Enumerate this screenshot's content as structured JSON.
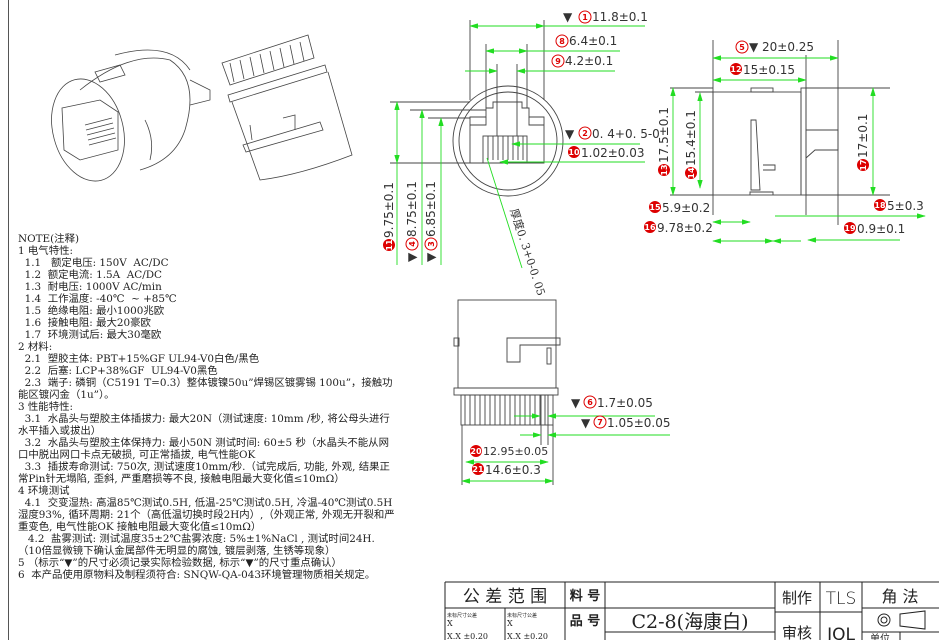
{
  "notes": [
    "NOTE(注释)",
    "1 电气特性:",
    "  1.1   额定电压: 150V  AC/DC",
    "  1.2  额定电流: 1.5A  AC/DC",
    "  1.3  耐电压: 1000V AC/min",
    "  1.4  工作温度: -40℃  ~ +85℃",
    "  1.5  绝缘电阻: 最小1000兆欧",
    "  1.6  接触电阻: 最大20豪欧",
    "  1.7  环境测试后: 最大30毫欧",
    "2 材料:",
    "  2.1  塑胶主体: PBT+15%GF UL94-V0白色/黑色",
    "  2.2  后塞: LCP+38%GF  UL94-V0黑色",
    "  2.3  端子: 磷铜（C5191 T=0.3）整体镀镍50u”焊锡区镀雾锡 100u”，接触功能区镀闪金（1u”）。",
    "3 性能特性:",
    "  3.1  水晶头与塑胶主体插拔力: 最大20N（测试速度: 10mm /秒, 将公母头进行水平插入或拔出）",
    "  3.2  水晶头与塑胶主体保持力: 最小50N 测试时间: 60±5 秒（水晶头不能从网口中脱出网口卡点无破损, 可正常插拔, 电气性能OK",
    "  3.3  插拔寿命测试: 750次, 测试速度10mm/秒.（试完成后, 功能, 外观, 结果正常Pin针无塌陷, 歪斜, 严重磨损等不良, 接触电阻最大变化值≤10mΩ）",
    "4 环境测试",
    "  4.1  交变湿热: 高温85℃测试0.5H, 低温-25℃测试0.5H, 冷温-40℃测试0.5H 湿度93%, 循环周期: 21个（高低温切换时段2H内）,（外观正常, 外观无开裂和严重变色, 电气性能OK 接触电阻最大变化值≤10mΩ）",
    "   4.2  盐雾测试: 测试温度35±2℃盐雾浓度: 5%±1%NaCl , 测试时间24H.（10倍显微镜下确认金属部件无明显的腐蚀, 镀层剥落, 生锈等现象）",
    "5 （标示“▼”的尺寸必须记录实际检验数据, 标示“▼”的尺寸重点确认）",
    "6  本产品使用原物料及制程须符合: SNQW-QA-043环境管理物质相关规定。"
  ],
  "dimensions": {
    "d1": {
      "num": "1",
      "text": "11.8±0.1"
    },
    "d8": {
      "num": "8",
      "text": "6.4±0.1"
    },
    "d9": {
      "num": "9",
      "text": "4.2±0.1"
    },
    "d2": {
      "num": "2",
      "text": "0. 4+0. 5-0"
    },
    "d10": {
      "num": "10",
      "text": "1.02±0.03"
    },
    "d11": {
      "num": "11",
      "text": "9.75±0.1"
    },
    "d4": {
      "num": "4",
      "text": "8.75±0.1"
    },
    "d3": {
      "num": "3",
      "text": "6.85±0.1"
    },
    "thickness": "厚度0. 3+0-0. 05",
    "d5": {
      "num": "5",
      "text": "20±0.25"
    },
    "d12": {
      "num": "12",
      "text": "15±0.15"
    },
    "d13": {
      "num": "13",
      "text": "17.5±0.1"
    },
    "d14": {
      "num": "14",
      "text": "15.4±0.1"
    },
    "d17": {
      "num": "17",
      "text": "17±0.1"
    },
    "d15": {
      "num": "15",
      "text": "5.9±0.2"
    },
    "d16": {
      "num": "16",
      "text": "9.78±0.2"
    },
    "d18": {
      "num": "18",
      "text": "5±0.3"
    },
    "d19": {
      "num": "19",
      "text": "0.9±0.1"
    },
    "d6": {
      "num": "6",
      "text": "1.7±0.05"
    },
    "d7": {
      "num": "7",
      "text": "1.05±0.05"
    },
    "d20": {
      "num": "20",
      "text": "12.95±0.05"
    },
    "d21": {
      "num": "21",
      "text": "14.6±0.3"
    },
    "mark": "▼"
  },
  "title_block": {
    "tolerance_header": "公 差 范 围",
    "tol_label_a": "未标尺寸公差",
    "tol_label_b": "未标尺寸公差",
    "tol_x": "X",
    "tol_xx_a": "X.X    ±0.20",
    "tol_xx_b": "X.X    ±0.20",
    "material_no_label": "料 号",
    "material_no": "",
    "part_no_label": "品 号",
    "part_no": "C2-8(海康白)",
    "made_by_label": "制作",
    "made_by": "TLS",
    "review_label": "审核",
    "review_by": "JQL",
    "projection_label": "角 法",
    "unit_label": "单位"
  },
  "colors": {
    "dimension": "#22dd22",
    "balloon": "#d00000",
    "line": "#333333"
  }
}
